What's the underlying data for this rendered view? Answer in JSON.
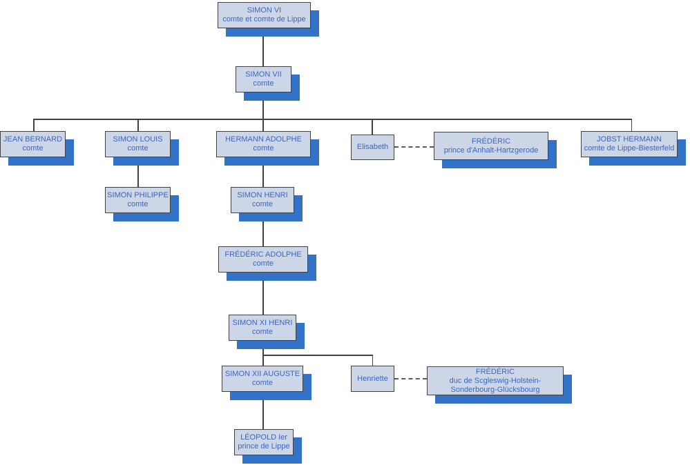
{
  "chart": {
    "type": "family-tree-org-chart",
    "nodes": {
      "simon_vi": {
        "name": "SIMON VI",
        "title": "comte et comte de Lippe"
      },
      "simon_vii": {
        "name": "SIMON VII",
        "title": "comte"
      },
      "jean_bernard": {
        "name": "JEAN BERNARD",
        "title": "comte"
      },
      "simon_louis": {
        "name": "SIMON LOUIS",
        "title": "comte"
      },
      "hermann_adolphe": {
        "name": "HERMANN ADOLPHE",
        "title": "comte"
      },
      "elisabeth": {
        "name": "Elisabeth",
        "title": ""
      },
      "frederic_anhalt": {
        "name": "FRÉDÉRIC",
        "title": "prince d'Anhalt-Hartzgerode"
      },
      "jobst_hermann": {
        "name": "JOBST HERMANN",
        "title": "comte de Lippe-Biesterfeld"
      },
      "simon_philippe": {
        "name": "SIMON PHILIPPE",
        "title": "comte"
      },
      "simon_henri": {
        "name": "SIMON HENRI",
        "title": "comte"
      },
      "frederic_adolphe": {
        "name": "FRÉDÉRIC ADOLPHE",
        "title": "comte"
      },
      "simon_xi_henri": {
        "name": "SIMON XI HENRI",
        "title": "comte"
      },
      "simon_xii_auguste": {
        "name": "SIMON XII AUGUSTE",
        "title": "comte"
      },
      "henriette": {
        "name": "Henriette",
        "title": ""
      },
      "frederic_schleswig": {
        "name": "FRÉDÉRIC",
        "title": "duc de Scgleswig-Holstein-Sonderbourg-Glücksbourg"
      },
      "leopold": {
        "name": "LÉOPOLD Ier",
        "title": "prince de Lippe"
      }
    },
    "colors": {
      "box_fill": "#ccd6e6",
      "box_border": "#404040",
      "text": "#3a66c2",
      "shadow_blue": "#3273c8",
      "connector": "#404040",
      "dashed_connector": "#595959",
      "background": "#ffffff"
    }
  }
}
